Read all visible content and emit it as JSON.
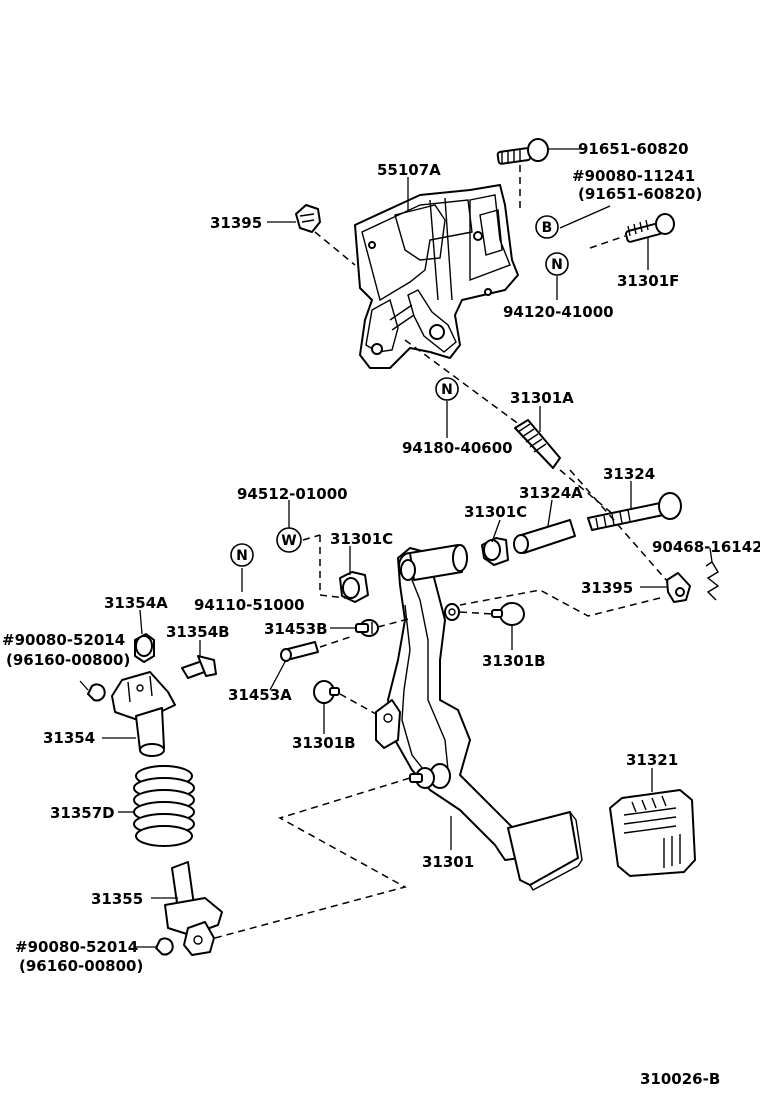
{
  "labels": {
    "p91651_60820": "91651-60820",
    "p90080_11241": "#90080-11241",
    "p91651_60820b": "(91651-60820)",
    "p55107A": "55107A",
    "p31395_top": "31395",
    "p31301F": "31301F",
    "p94120_41000": "94120-41000",
    "p31301A": "31301A",
    "p94180_40600": "94180-40600",
    "p94512_01000": "94512-01000",
    "p31324": "31324",
    "p31324A": "31324A",
    "p31301C_right": "31301C",
    "p31301C_left": "31301C",
    "p90468_16142": "90468-16142",
    "p94110_51000": "94110-51000",
    "p31395_right": "31395",
    "p31354A": "31354A",
    "p31354B": "31354B",
    "p31453B": "31453B",
    "p31301B_right": "31301B",
    "p90080_52014_top": "#90080-52014",
    "p96160_00800_top": "(96160-00800)",
    "p31453A": "31453A",
    "p31354": "31354",
    "p31301B_left": "31301B",
    "p31321": "31321",
    "p31357D": "31357D",
    "p31301": "31301",
    "p31355": "31355",
    "p90080_52014_bot": "#90080-52014",
    "p96160_00800_bot": "(96160-00800)",
    "diagram_code": "310026-B"
  },
  "badges": {
    "b_B": "B",
    "n_top": "N",
    "n_mid": "N",
    "w_mid": "W",
    "n_left": "N"
  }
}
